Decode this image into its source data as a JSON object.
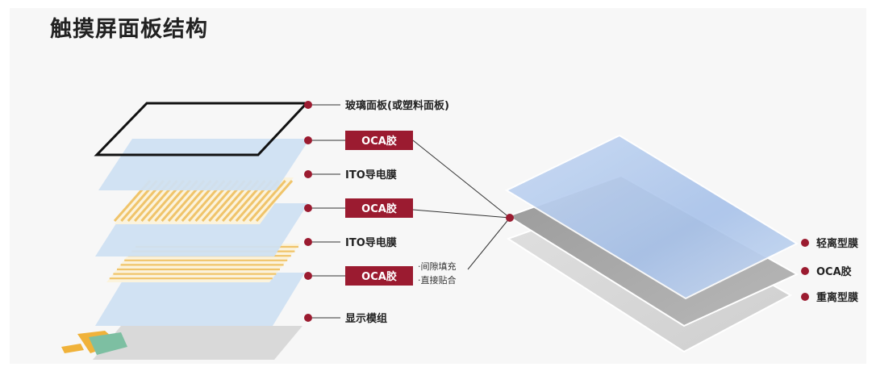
{
  "title": "触摸屏面板结构",
  "left_layers": [
    {
      "label": "玻璃面板(或塑料面板)",
      "badge": false
    },
    {
      "label": "OCA胶",
      "badge": true
    },
    {
      "label": "ITO导电膜",
      "badge": false
    },
    {
      "label": "OCA胶",
      "badge": true
    },
    {
      "label": "ITO导电膜",
      "badge": false
    },
    {
      "label": "OCA胶",
      "badge": true
    },
    {
      "label": "显示模组",
      "badge": false
    }
  ],
  "oca_notes": [
    "·间隙填充",
    "·直接贴合"
  ],
  "right_layers": [
    {
      "label": "轻离型膜"
    },
    {
      "label": "OCA胶"
    },
    {
      "label": "重离型膜"
    }
  ],
  "colors": {
    "accent": "#9b1b30",
    "glass_outline": "#111111",
    "film_blue": "#cfe0f2",
    "ito_stripe": "#f0c46a",
    "display_gray": "#d6d6d6"
  }
}
